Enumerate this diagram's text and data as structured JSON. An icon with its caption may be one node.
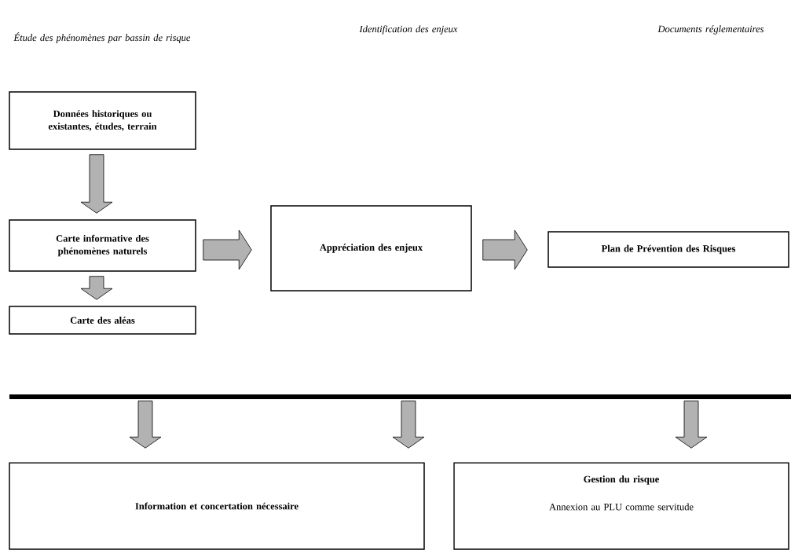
{
  "diagram": {
    "nodes": [
      {
        "text": [
          "Données historiques ou existantes, études, terrain"
        ]
      },
      {
        "text": [
          "Carte informative des phénomènes naturels"
        ]
      },
      {
        "text": [
          "Carte des aléas"
        ]
      },
      {
        "text": [
          "Appréciation des enjeux"
        ]
      },
      {
        "text": [
          "Plan de Prévention des Risques"
        ]
      },
      {
        "text": [],
        "shape": "bar"
      },
      {
        "text": [
          "Information et concertation nécessaire"
        ]
      },
      {
        "text": [
          "Gestion du risque",
          "Annexion au PLU comme servitude"
        ]
      }
    ],
    "edges": [
      {
        "from": 0,
        "to": 1,
        "arrow": "to"
      },
      {
        "from": 1,
        "to": 2,
        "arrow": "to"
      },
      {
        "from": 1,
        "to": 3,
        "arrow": "to"
      },
      {
        "from": 3,
        "to": 4,
        "arrow": "to"
      },
      {
        "from": 5,
        "to": 6,
        "arrow": "to"
      },
      {
        "from": 5,
        "to": 6,
        "arrow": "to"
      },
      {
        "from": 5,
        "to": 7,
        "arrow": "to"
      }
    ],
    "labels": [
      "Étude des phénomènes par bassin de risque",
      "Identification des enjeux",
      "Documents réglementaires"
    ]
  }
}
